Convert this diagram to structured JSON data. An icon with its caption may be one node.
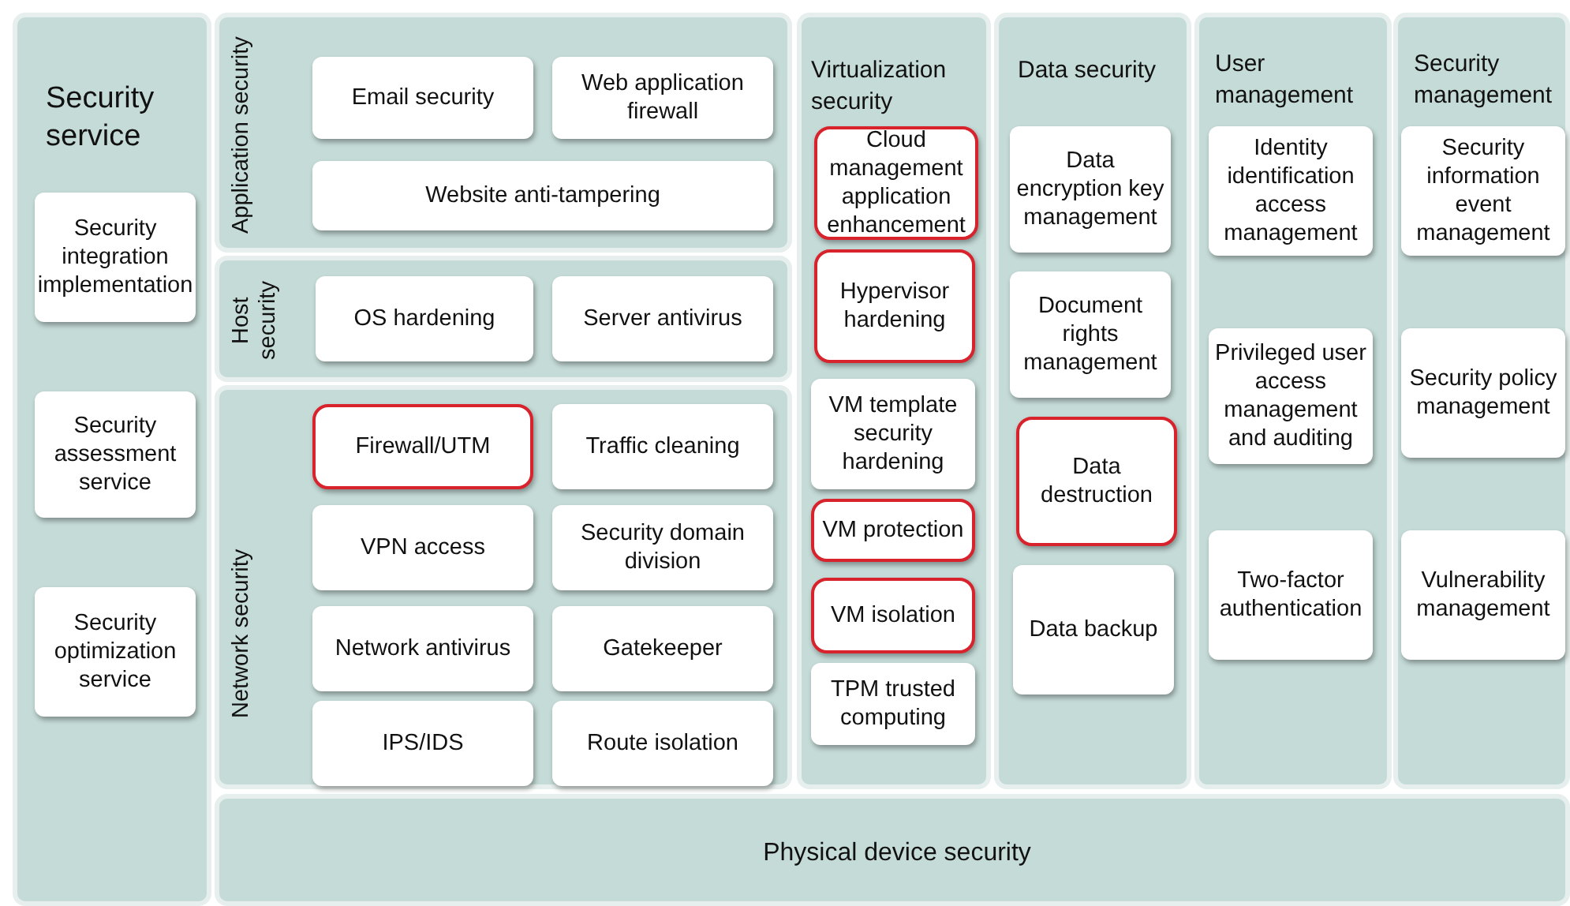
{
  "diagram": {
    "nodes": [
      {
        "text": [
          "Security service"
        ]
      },
      {
        "text": [
          "Security integration implementation"
        ],
        "in": 0
      },
      {
        "text": [
          "Security assessment service"
        ],
        "in": 0
      },
      {
        "text": [
          "Security optimization service"
        ],
        "in": 0
      },
      {
        "text": [
          "Application security"
        ]
      },
      {
        "text": [
          "Email security"
        ],
        "in": 4
      },
      {
        "text": [
          "Web application firewall"
        ],
        "in": 4
      },
      {
        "text": [
          "Website anti-tampering"
        ],
        "in": 4
      },
      {
        "text": [
          "Host security"
        ]
      },
      {
        "text": [
          "OS hardening"
        ],
        "in": 8
      },
      {
        "text": [
          "Server antivirus"
        ],
        "in": 8
      },
      {
        "text": [
          "Network security"
        ]
      },
      {
        "text": [
          "Firewall/UTM"
        ],
        "in": 11
      },
      {
        "text": [
          "Traffic cleaning"
        ],
        "in": 11
      },
      {
        "text": [
          "VPN access"
        ],
        "in": 11
      },
      {
        "text": [
          "Security domain division"
        ],
        "in": 11
      },
      {
        "text": [
          "Network antivirus"
        ],
        "in": 11
      },
      {
        "text": [
          "Gatekeeper"
        ],
        "in": 11
      },
      {
        "text": [
          "IPS/IDS"
        ],
        "in": 11
      },
      {
        "text": [
          "Route isolation"
        ],
        "in": 11
      },
      {
        "text": [
          "Virtualization security"
        ]
      },
      {
        "text": [
          "Cloud management application enhancement"
        ],
        "in": 20
      },
      {
        "text": [
          "Hypervisor hardening"
        ],
        "in": 20
      },
      {
        "text": [
          "VM template security hardening"
        ],
        "in": 20
      },
      {
        "text": [
          "VM protection"
        ],
        "in": 20
      },
      {
        "text": [
          "VM isolation"
        ],
        "in": 20
      },
      {
        "text": [
          "TPM trusted computing"
        ],
        "in": 20
      },
      {
        "text": [
          "Data security"
        ]
      },
      {
        "text": [
          "Data encryption key management"
        ],
        "in": 27
      },
      {
        "text": [
          "Document rights management"
        ],
        "in": 27
      },
      {
        "text": [
          "Data destruction"
        ],
        "in": 27
      },
      {
        "text": [
          "Data backup"
        ],
        "in": 27
      },
      {
        "text": [
          "User management"
        ]
      },
      {
        "text": [
          "Identity identification access management"
        ],
        "in": 32
      },
      {
        "text": [
          "Privileged user access management and auditing"
        ],
        "in": 32
      },
      {
        "text": [
          "Two-factor authentication"
        ],
        "in": 32
      },
      {
        "text": [
          "Security management"
        ]
      },
      {
        "text": [
          "Security information event management"
        ],
        "in": 36
      },
      {
        "text": [
          "Security policy management"
        ],
        "in": 36
      },
      {
        "text": [
          "Vulnerability management"
        ],
        "in": 36
      },
      {
        "text": [
          "Physical device security"
        ]
      }
    ]
  }
}
